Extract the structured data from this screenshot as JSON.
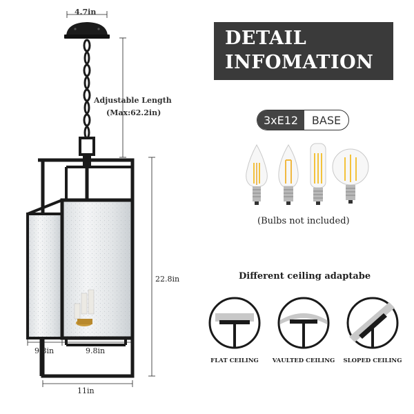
{
  "dimensions": {
    "canopy_width": "4.7in",
    "adjustable_length_line1": "Adjustable Length",
    "adjustable_length_line2": "(Max:62.2in)",
    "height": "22.8in",
    "depth": "9.8in",
    "width_inner": "9.8in",
    "width_outer": "11in"
  },
  "header": {
    "line1": "DETAIL",
    "line2": "INFOMATION"
  },
  "base": {
    "count": "3xE12",
    "type": "BASE"
  },
  "bulbs": {
    "icons": [
      "flame-tip-bulb-icon",
      "candle-bulb-icon",
      "tubular-bulb-icon",
      "globe-bulb-icon"
    ],
    "note": "(Bulbs not included)"
  },
  "ceilings": {
    "title": "Different ceiling adaptabe",
    "items": [
      {
        "label": "FLAT CEILING",
        "icon": "flat-ceiling-icon"
      },
      {
        "label": "VAULTED CEILING",
        "icon": "vaulted-ceiling-icon"
      },
      {
        "label": "SLOPED CEILING",
        "icon": "sloped-ceiling-icon"
      }
    ]
  },
  "colors": {
    "header_bg": "#3a3a3a",
    "frame": "#1a1a1a",
    "bulb_glow": "#f3c23a"
  }
}
